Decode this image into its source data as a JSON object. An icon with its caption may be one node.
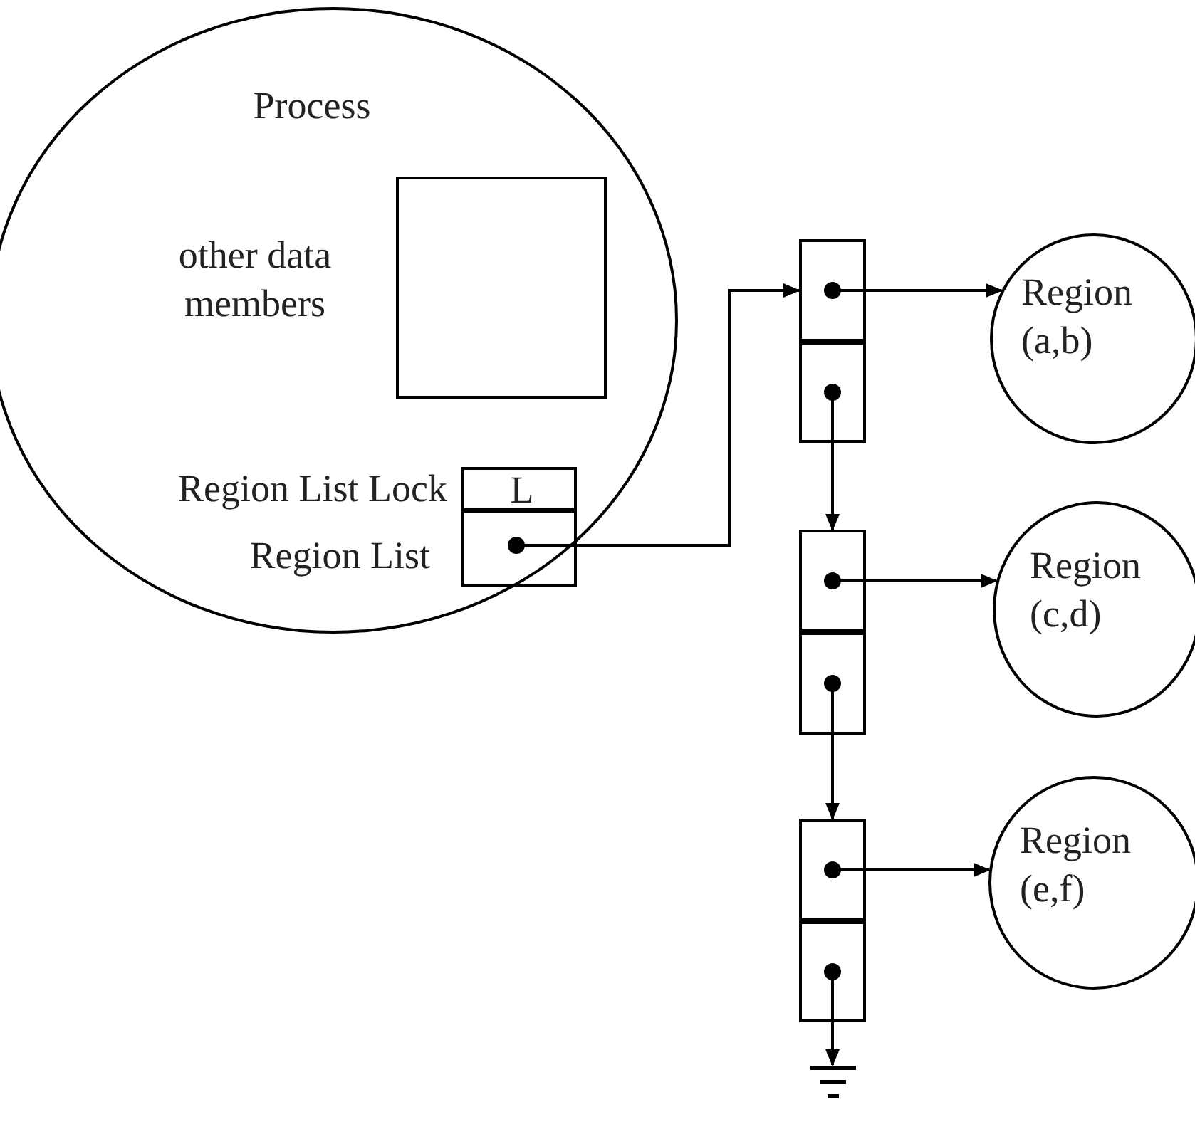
{
  "diagram": {
    "nodes": [
      {
        "text": [
          "Process"
        ]
      },
      {
        "text": [],
        "shape": "box",
        "in": 0,
        "beside": [
          "other data members"
        ]
      },
      {
        "text": [
          "L"
        ],
        "in": 0,
        "beside": [
          "Region List Lock"
        ]
      },
      {
        "text": [],
        "shape": "box",
        "in": 0,
        "beside": [
          "Region List"
        ]
      },
      {
        "text": [],
        "shape": "box"
      },
      {
        "text": [],
        "shape": "box"
      },
      {
        "text": [],
        "shape": "box"
      },
      {
        "text": [],
        "shape": "box"
      },
      {
        "text": [],
        "shape": "box"
      },
      {
        "text": [],
        "shape": "box"
      },
      {
        "text": [
          "Region (a,b)"
        ]
      },
      {
        "text": [
          "Region (c,d)"
        ]
      },
      {
        "text": [
          "Region (e,f)"
        ]
      },
      {
        "text": [],
        "shape": "ground"
      }
    ],
    "edges": [
      {
        "from": 3,
        "to": 4,
        "arrow": "to"
      },
      {
        "from": 4,
        "to": 10,
        "arrow": "to"
      },
      {
        "from": 5,
        "to": 6,
        "arrow": "to"
      },
      {
        "from": 6,
        "to": 11,
        "arrow": "to"
      },
      {
        "from": 7,
        "to": 8,
        "arrow": "to"
      },
      {
        "from": 8,
        "to": 12,
        "arrow": "to"
      },
      {
        "from": 9,
        "to": 13,
        "arrow": "to"
      }
    ]
  }
}
